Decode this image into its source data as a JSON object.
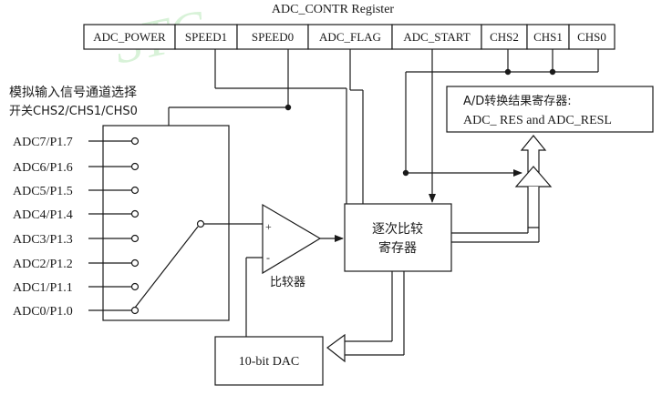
{
  "register": {
    "title": "ADC_CONTR Register",
    "fields": [
      "ADC_POWER",
      "SPEED1",
      "SPEED0",
      "ADC_FLAG",
      "ADC_START",
      "CHS2",
      "CHS1",
      "CHS0"
    ]
  },
  "mux": {
    "label_line1": "模拟输入信号通道选择",
    "label_line2": "开关CHS2/CHS1/CHS0",
    "inputs": [
      "ADC7/P1.7",
      "ADC6/P1.6",
      "ADC5/P1.5",
      "ADC4/P1.4",
      "ADC3/P1.3",
      "ADC2/P1.2",
      "ADC1/P1.1",
      "ADC0/P1.0"
    ]
  },
  "result_register": {
    "line1": "A/D转换结果寄存器:",
    "line2": "ADC_ RES and ADC_RESL"
  },
  "comparator": {
    "label": "比较器",
    "plus": "+",
    "minus": "-"
  },
  "sar": {
    "line1": "逐次比较",
    "line2": "寄存器"
  },
  "dac": {
    "label": "10-bit DAC"
  },
  "watermark": "STC"
}
